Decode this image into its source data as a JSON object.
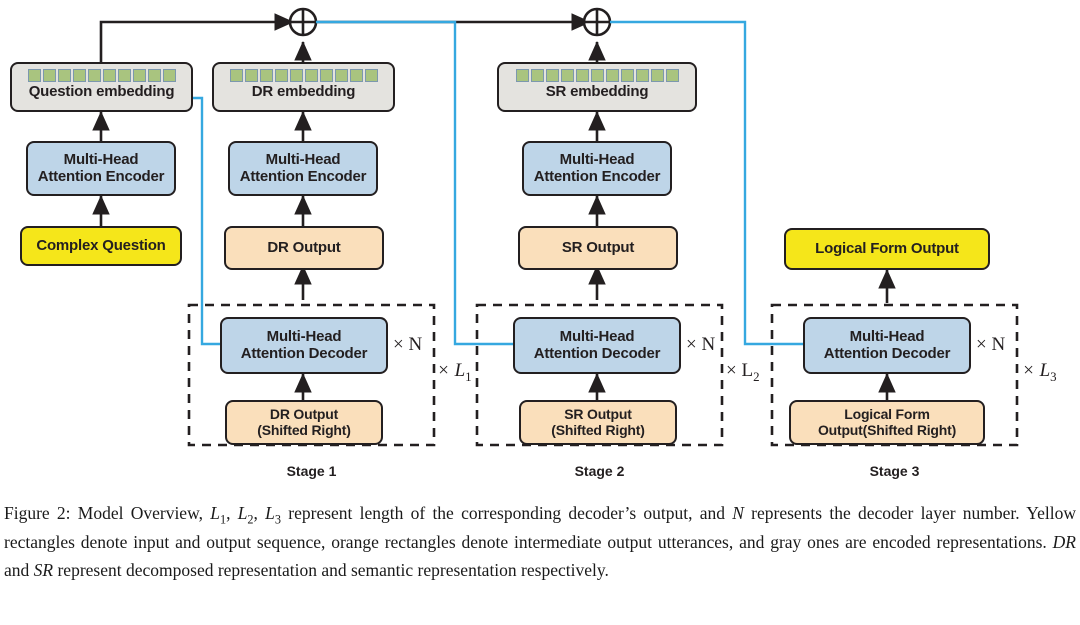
{
  "figure": {
    "title": "Model Overview",
    "embedding_cell_counts": {
      "question": 10,
      "dr": 10,
      "sr": 11
    },
    "colors": {
      "yellow": "#f5e61a",
      "blue": "#bed5e8",
      "orange": "#fadfbb",
      "gray": "#e4e3df",
      "green_cell": "#a9c47f",
      "cell_border": "#7c98ae",
      "line_black": "#231f20",
      "line_blue": "#35a8e0"
    },
    "operator_symbol": "⊕"
  },
  "stage1": {
    "name": "Stage 1",
    "input_box": "Complex Question",
    "encoder": {
      "line1": "Multi-Head",
      "line2": "Attention Encoder"
    },
    "embedding": "Question embedding",
    "decoder": {
      "line1": "Multi-Head",
      "line2": "Attention Decoder"
    },
    "decoder_input": {
      "line1": "DR Output",
      "line2": "(Shifted Right)"
    },
    "repeat_inner": "× N",
    "repeat_outer_symbol": "× L",
    "repeat_outer_sub": "1"
  },
  "stage2": {
    "name": "Stage 2",
    "encoder_input": "DR Output",
    "encoder": {
      "line1": "Multi-Head",
      "line2": "Attention Encoder"
    },
    "embedding": "DR embedding",
    "decoder": {
      "line1": "Multi-Head",
      "line2": "Attention Decoder"
    },
    "decoder_input": {
      "line1": "SR Output",
      "line2": "(Shifted Right)"
    },
    "repeat_inner": "× N",
    "repeat_outer_symbol": "× L",
    "repeat_outer_sub": "2"
  },
  "stage3": {
    "name": "Stage 3",
    "encoder_input": "SR Output",
    "encoder": {
      "line1": "Multi-Head",
      "line2": "Attention Encoder"
    },
    "embedding": "SR embedding",
    "output_box": "Logical Form Output",
    "decoder": {
      "line1": "Multi-Head",
      "line2": "Attention Decoder"
    },
    "decoder_input": {
      "line1": "Logical Form",
      "line2": "Output(Shifted Right)"
    },
    "repeat_inner": "× N",
    "repeat_outer_symbol": "× L",
    "repeat_outer_sub": "3"
  },
  "caption": {
    "prefix": "Figure 2: Model Overview, ",
    "l1": "L",
    "l1sub": "1",
    "l2": "L",
    "l2sub": "2",
    "l3": "L",
    "l3sub": "3",
    "mid1": " represent length of the corresponding decoder’s output, and ",
    "n": "N",
    "mid2": " represents the decoder layer number. Yellow rectangles denote input and output sequence, orange rectangles denote intermediate output utterances, and gray ones are encoded representations. ",
    "dr": "DR",
    "mid3": " and ",
    "sr": "SR",
    "suffix": " represent decomposed representation and semantic representation respectively."
  }
}
